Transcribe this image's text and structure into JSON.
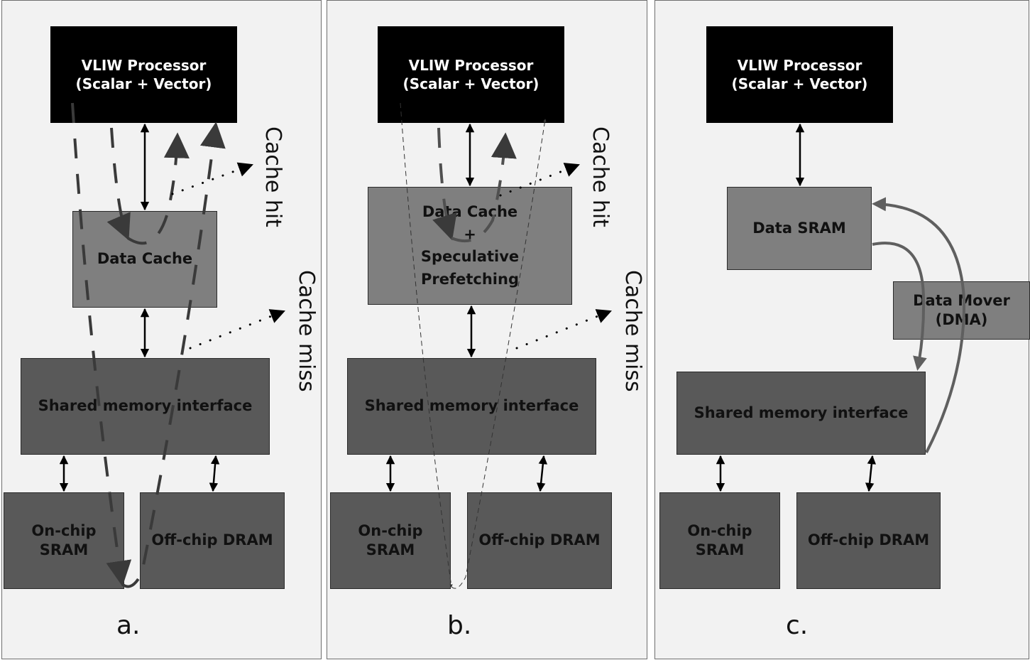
{
  "panels": [
    {
      "id": "a",
      "caption": "a.",
      "processor": "VLIW Processor\n(Scalar + Vector)",
      "cache": "Data Cache",
      "shared": "Shared memory interface",
      "onchip": "On-chip\nSRAM",
      "offchip": "Off-chip DRAM",
      "cache_hit_label": "Cache hit",
      "cache_miss_label": "Cache miss"
    },
    {
      "id": "b",
      "caption": "b.",
      "processor": "VLIW Processor\n(Scalar + Vector)",
      "cache": "Data Cache\n+\nSpeculative\nPrefetching",
      "shared": "Shared memory interface",
      "onchip": "On-chip\nSRAM",
      "offchip": "Off-chip DRAM",
      "cache_hit_label": "Cache hit",
      "cache_miss_label": "Cache miss"
    },
    {
      "id": "c",
      "caption": "c.",
      "processor": "VLIW Processor\n(Scalar + Vector)",
      "sram": "Data SRAM",
      "dma": "Data Mover\n(DMA)",
      "shared": "Shared memory interface",
      "onchip": "On-chip\nSRAM",
      "offchip": "Off-chip DRAM"
    }
  ],
  "colors": {
    "panel_bg": "#f2f2f2",
    "processor": "#000000",
    "cache": "#7f7f7f",
    "shared": "#595959",
    "arrow_grey": "#595959"
  }
}
